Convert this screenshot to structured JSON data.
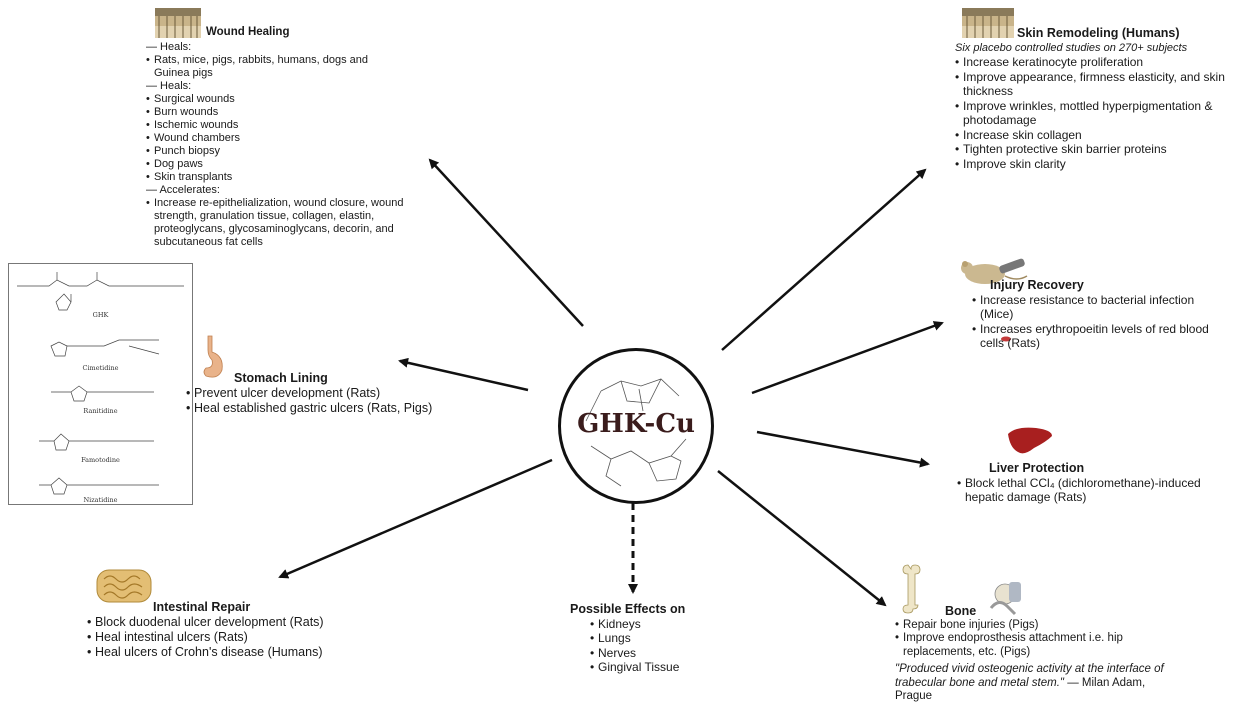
{
  "hub": {
    "label": "GHK-Cu"
  },
  "chemicals": {
    "labels": [
      "GHK",
      "Cimetidine",
      "Ranitidine",
      "Famotodine",
      "Nizatidine"
    ]
  },
  "wound_healing": {
    "title": "Wound Healing",
    "lines": [
      {
        "t": "— Heals:",
        "kind": "dash"
      },
      {
        "t": "Rats, mice, pigs, rabbits, humans, dogs and Guinea pigs",
        "kind": "bullet"
      },
      {
        "t": "— Heals:",
        "kind": "dash"
      },
      {
        "t": "Surgical wounds",
        "kind": "bullet"
      },
      {
        "t": "Burn wounds",
        "kind": "bullet"
      },
      {
        "t": "Ischemic wounds",
        "kind": "bullet"
      },
      {
        "t": "Wound chambers",
        "kind": "bullet"
      },
      {
        "t": "Punch biopsy",
        "kind": "bullet"
      },
      {
        "t": "Dog paws",
        "kind": "bullet"
      },
      {
        "t": "Skin transplants",
        "kind": "bullet"
      },
      {
        "t": "— Accelerates:",
        "kind": "dash"
      },
      {
        "t": "Increase re-epithelialization, wound closure, wound strength, granulation tissue, collagen, elastin, proteoglycans, glycosaminoglycans, decorin, and subcutaneous fat cells",
        "kind": "bullet"
      }
    ]
  },
  "skin_remodeling": {
    "title": "Skin Remodeling (Humans)",
    "subtitle": "Six placebo controlled studies on 270+ subjects",
    "items": [
      "Increase keratinocyte proliferation",
      "Improve appearance, firmness elasticity, and skin thickness",
      "Improve wrinkles, mottled hyperpigmentation & photodamage",
      "Increase skin collagen",
      "Tighten protective skin barrier proteins",
      "Improve skin clarity"
    ]
  },
  "injury_recovery": {
    "title": "Injury Recovery",
    "items": [
      "Increase resistance to bacterial infection (Mice)",
      "Increases erythropoeitin levels of red blood cells (Rats)"
    ]
  },
  "stomach_lining": {
    "title": "Stomach Lining",
    "items": [
      "Prevent ulcer development (Rats)",
      "Heal established gastric ulcers (Rats, Pigs)"
    ]
  },
  "liver_protection": {
    "title": "Liver Protection",
    "items": [
      "Block lethal CCl₄ (dichloromethane)-induced hepatic damage (Rats)"
    ]
  },
  "intestinal_repair": {
    "title": "Intestinal Repair",
    "items": [
      "Block duodenal ulcer development (Rats)",
      "Heal intestinal ulcers (Rats)",
      "Heal ulcers of Crohn's disease (Humans)"
    ]
  },
  "possible_effects": {
    "title": "Possible Effects on",
    "items": [
      "Kidneys",
      "Lungs",
      "Nerves",
      "Gingival Tissue"
    ]
  },
  "bone": {
    "title": "Bone",
    "items": [
      "Repair bone injuries (Pigs)",
      "Improve endoprosthesis attachment i.e. hip replacements, etc. (Pigs)"
    ],
    "quote": "\"Produced vivid osteogenic activity at the interface of trabecular bone and metal stem.\"",
    "quote_author": " — Milan Adam, Prague"
  }
}
